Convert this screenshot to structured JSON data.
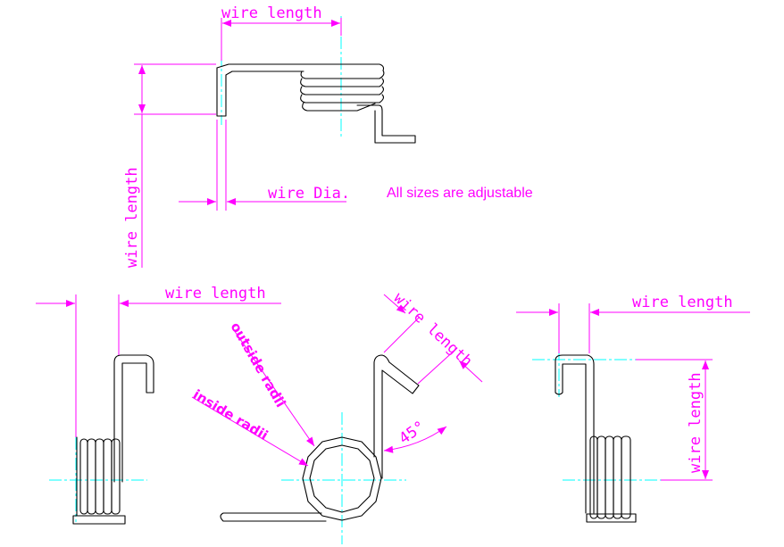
{
  "labels": {
    "top_wire_length_h": "wire length",
    "top_wire_length_v": "wire length",
    "wire_dia": "wire Dia.",
    "note": "All sizes are adjustable",
    "left_wire_length": "wire length",
    "outside_radii": "outside radii",
    "inside_radii": "inside radii",
    "arm_wire_length": "wire length",
    "angle": "45°",
    "right_wire_length_h": "wire length",
    "right_wire_length_v": "wire length"
  },
  "colors": {
    "dimension": "#ff00ff",
    "centerline": "#00ffff",
    "part": "#000000",
    "background": "#ffffff"
  }
}
